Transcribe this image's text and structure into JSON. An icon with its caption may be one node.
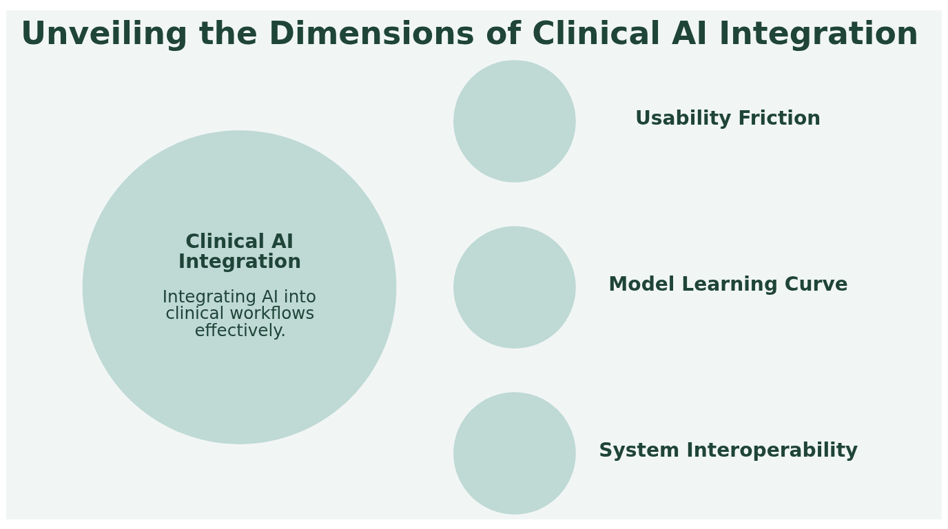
{
  "diagram": {
    "title": "Unveiling the Dimensions of Clinical AI Integration",
    "nodes": [
      {
        "text": [
          "Clinical AI Integration",
          "Integrating AI into clinical workflows effectively."
        ]
      },
      {
        "text": [],
        "shape": "circle",
        "beside": [
          "Usability Friction"
        ]
      },
      {
        "text": [],
        "shape": "circle",
        "beside": [
          "Model Learning Curve"
        ]
      },
      {
        "text": [],
        "shape": "circle",
        "beside": [
          "System Interoperability"
        ]
      }
    ]
  }
}
